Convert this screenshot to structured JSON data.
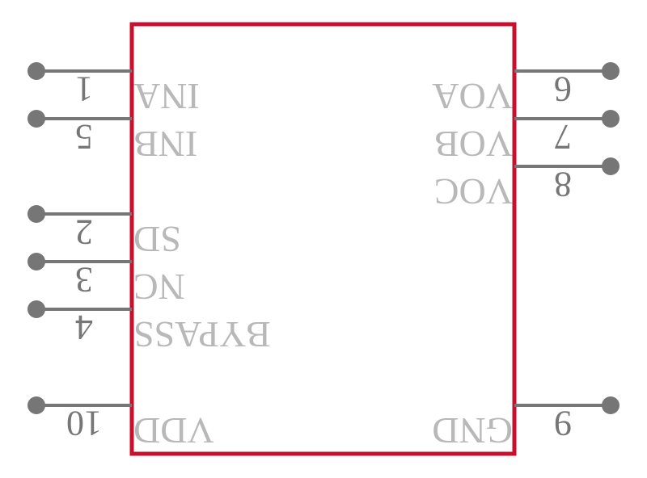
{
  "colors": {
    "body_outline": "#c8102e",
    "pin": "#767676",
    "label": "#b8b8b8",
    "background": "#ffffff"
  },
  "left_pins": [
    {
      "number": "1",
      "label": "INA"
    },
    {
      "number": "5",
      "label": "INB"
    },
    {
      "number": "2",
      "label": "SD"
    },
    {
      "number": "3",
      "label": "NC"
    },
    {
      "number": "4",
      "label": "BYPASS"
    },
    {
      "number": "10",
      "label": "VDD"
    }
  ],
  "right_pins": [
    {
      "number": "6",
      "label": "VOA"
    },
    {
      "number": "7",
      "label": "VOB"
    },
    {
      "number": "8",
      "label": "VOC"
    },
    {
      "number": "9",
      "label": "GND"
    }
  ]
}
